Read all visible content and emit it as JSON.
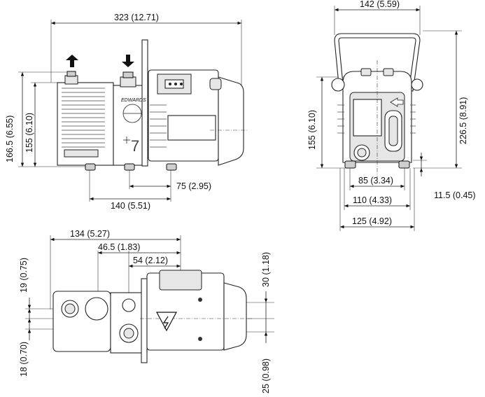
{
  "side_view": {
    "total_length": "323 (12.71)",
    "overall_height": "166.5 (6.55)",
    "body_height": "155 (6.10)",
    "foot_offset": "75 (2.95)",
    "foot_spacing": "140 (5.51)"
  },
  "end_view": {
    "handle_width": "142 (5.59)",
    "height_handle": "226.5 (8.91)",
    "body_height": "155 (6.10)",
    "foot_inner": "85 (3.34)",
    "foot_height": "11.5 (0.45)",
    "foot_outer": "110 (4.33)",
    "overall_width": "125 (4.92)"
  },
  "top_view": {
    "port1_distance": "134 (5.27)",
    "port2_distance": "46.5 (1.83)",
    "port3_distance": "54 (2.12)",
    "offset_upper": "19 (0.75)",
    "offset_lower": "18 (0.70)",
    "offset_right_upper": "30 (1.18)",
    "offset_right_lower": "25 (0.98)"
  },
  "brand_mark": "EDWARDS"
}
